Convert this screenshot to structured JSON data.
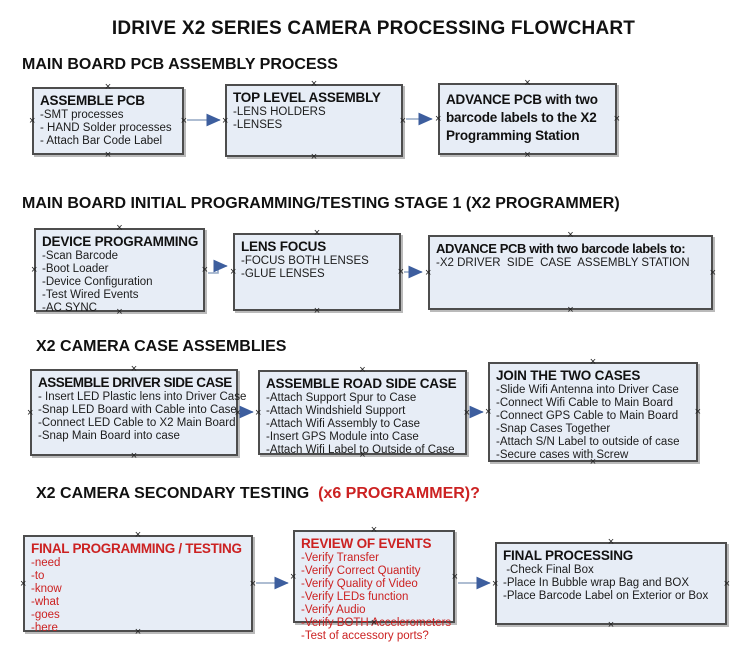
{
  "title": "IDRIVE X2  SERIES CAMERA PROCESSING FLOWCHART",
  "icons": {
    "connection_point": "×"
  },
  "colors": {
    "box_fill": "#e7edf6",
    "box_border": "#4d4d4d",
    "arrow_line": "#93a7c4",
    "arrow_head": "#3d5e9e",
    "red": "#cc2222"
  },
  "sections": [
    {
      "header": "MAIN BOARD PCB ASSEMBLY PROCESS",
      "boxes": [
        {
          "title": "ASSEMBLE PCB",
          "items": [
            "-SMT processes",
            "- HAND Solder processes",
            "- Attach Bar Code Label"
          ]
        },
        {
          "title": "TOP LEVEL ASSEMBLY",
          "items": [
            "-LENS HOLDERS",
            "-LENSES"
          ]
        },
        {
          "title": "ADVANCE PCB with two barcode labels to the X2 Programming Station",
          "items": []
        }
      ]
    },
    {
      "header": "MAIN BOARD INITIAL PROGRAMMING/TESTING STAGE 1 (X2 PROGRAMMER)",
      "boxes": [
        {
          "title": "DEVICE PROGRAMMING",
          "items": [
            "-Scan Barcode",
            "-Boot Loader",
            "-Device Configuration",
            "-Test Wired Events",
            "-AC SYNC"
          ]
        },
        {
          "title": "LENS FOCUS",
          "items": [
            "-FOCUS BOTH LENSES",
            "-GLUE LENSES"
          ]
        },
        {
          "title": "ADVANCE PCB with two barcode labels to:",
          "items": [
            "-X2 DRIVER  SIDE  CASE  ASSEMBLY STATION"
          ]
        }
      ]
    },
    {
      "header": "X2 CAMERA CASE ASSEMBLIES",
      "boxes": [
        {
          "title": "ASSEMBLE DRIVER SIDE CASE",
          "items": [
            "- Insert LED Plastic lens into Driver Case",
            "-Snap LED Board with Cable into Case",
            "-Connect LED Cable to X2 Main Board",
            "-Snap Main Board into case"
          ]
        },
        {
          "title": "ASSEMBLE ROAD SIDE CASE",
          "items": [
            "-Attach Support Spur to Case",
            "-Attach Windshield Support",
            "-Attach Wifi Assembly to Case",
            "-Insert GPS Module into Case",
            "-Attach Wifi Label to Outside of Case"
          ]
        },
        {
          "title": "JOIN THE TWO CASES",
          "items": [
            "-Slide Wifi Antenna into Driver Case",
            "-Connect Wifi Cable to Main Board",
            "-Connect GPS Cable to Main Board",
            "-Snap Cases Together",
            "-Attach S/N Label to outside of case",
            "-Secure cases with Screw"
          ]
        }
      ]
    },
    {
      "header": "X2 CAMERA SECONDARY TESTING  ",
      "header_red": "(x6 PROGRAMMER)?",
      "boxes": [
        {
          "title": "FINAL PROGRAMMING / TESTING",
          "items": [
            "-need",
            "-to",
            "-know",
            "-what",
            "-goes",
            "-here"
          ]
        },
        {
          "title": "REVIEW OF EVENTS",
          "items": [
            "-Verify Transfer",
            "-Verify Correct Quantity",
            "-Verify Quality of Video",
            "-Verify LEDs function",
            "-Verify Audio",
            "-Verify BOTH Accelerometers",
            "-Test of accessory ports?"
          ]
        },
        {
          "title": "FINAL PROCESSING",
          "items": [
            " -Check Final Box",
            "-Place In Bubble wrap Bag and BOX",
            "-Place Barcode Label on Exterior or Box"
          ]
        }
      ]
    }
  ]
}
